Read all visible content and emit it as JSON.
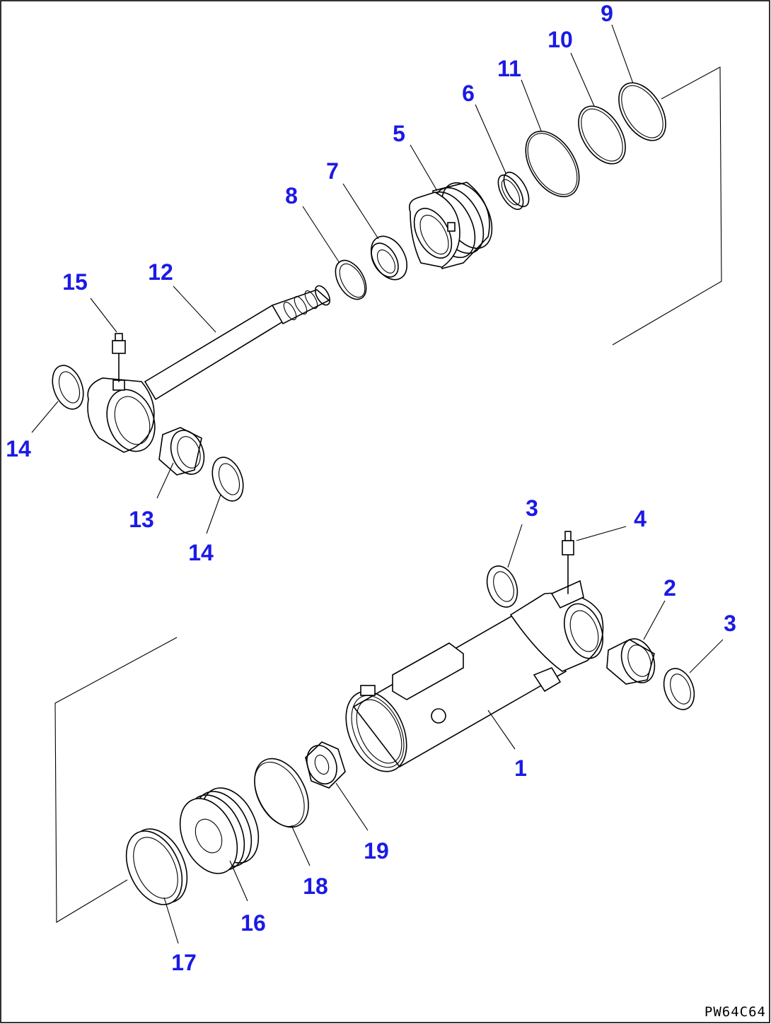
{
  "drawing_code": "PW64C64",
  "label_color": "#1a1ae6",
  "line_color": "#000000",
  "callouts": [
    {
      "id": "c1",
      "text": "1"
    },
    {
      "id": "c2",
      "text": "2"
    },
    {
      "id": "c3a",
      "text": "3"
    },
    {
      "id": "c3b",
      "text": "3"
    },
    {
      "id": "c4",
      "text": "4"
    },
    {
      "id": "c5",
      "text": "5"
    },
    {
      "id": "c6",
      "text": "6"
    },
    {
      "id": "c7",
      "text": "7"
    },
    {
      "id": "c8",
      "text": "8"
    },
    {
      "id": "c9",
      "text": "9"
    },
    {
      "id": "c10",
      "text": "10"
    },
    {
      "id": "c11",
      "text": "11"
    },
    {
      "id": "c12",
      "text": "12"
    },
    {
      "id": "c13",
      "text": "13"
    },
    {
      "id": "c14a",
      "text": "14"
    },
    {
      "id": "c14b",
      "text": "14"
    },
    {
      "id": "c15",
      "text": "15"
    },
    {
      "id": "c16",
      "text": "16"
    },
    {
      "id": "c17",
      "text": "17"
    },
    {
      "id": "c18",
      "text": "18"
    },
    {
      "id": "c19",
      "text": "19"
    }
  ]
}
